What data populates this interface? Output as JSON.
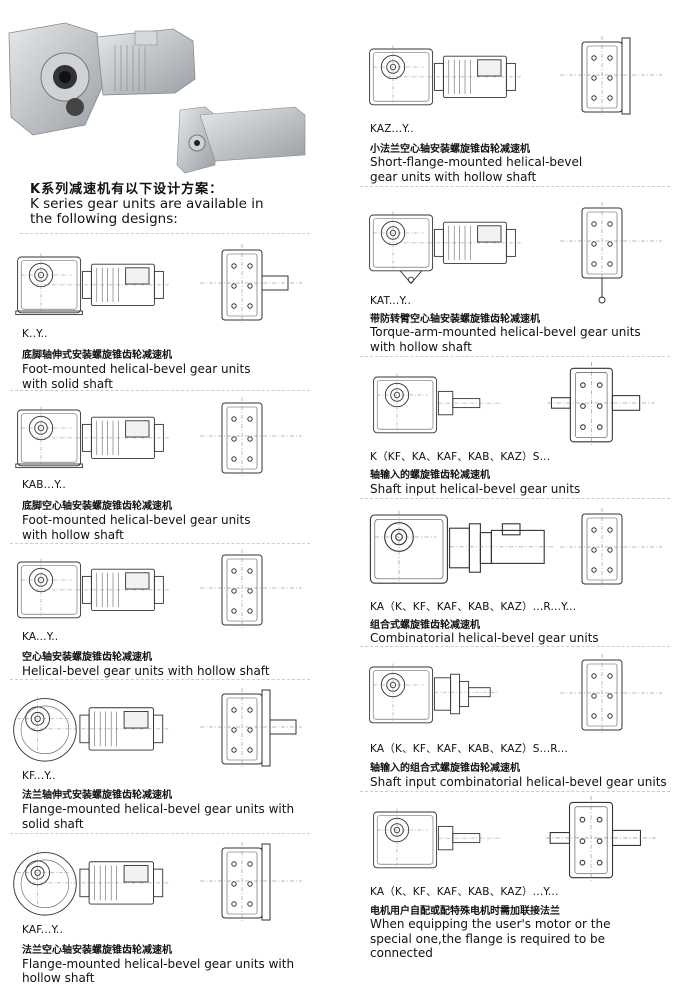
{
  "intro": {
    "title_cn": "K系列减速机有以下设计方案：",
    "title_en_line1": "K series gear units are available in",
    "title_en_line2": "the following designs:"
  },
  "photo": {
    "large": "gear-motor-photo",
    "small": "gear-motor-photo-small"
  },
  "left": [
    {
      "code": "K..Y..",
      "cn": "底脚轴伸式安装螺旋锥齿轮减速机",
      "en1": "Foot-mounted helical-bevel gear units",
      "en2": "with solid shaft"
    },
    {
      "code": "KAB...Y..",
      "cn": "底脚空心轴安装螺旋锥齿轮减速机",
      "en1": "Foot-mounted helical-bevel gear units",
      "en2": "with hollow shaft"
    },
    {
      "code": "KA...Y..",
      "cn": "空心轴安装螺旋锥齿轮减速机",
      "en1": "Helical-bevel gear units with hollow shaft",
      "en2": ""
    },
    {
      "code": "KF...Y..",
      "cn": "法兰轴伸式安装螺旋锥齿轮减速机",
      "en1": "Flange-mounted helical-bevel gear units with",
      "en2": "solid shaft"
    },
    {
      "code": "KAF...Y..",
      "cn": "法兰空心轴安装螺旋锥齿轮减速机",
      "en1": "Flange-mounted helical-bevel gear units with",
      "en2": "hollow shaft"
    }
  ],
  "right": [
    {
      "code": "KAZ...Y..",
      "cn": "小法兰空心轴安装螺旋锥齿轮减速机",
      "en1": "Short-flange-mounted helical-bevel",
      "en2": "gear units with hollow shaft",
      "en3": ""
    },
    {
      "code": "KAT...Y..",
      "cn": "带防转臂空心轴安装螺旋锥齿轮减速机",
      "en1": "Torque-arm-mounted helical-bevel gear units",
      "en2": "with hollow shaft",
      "en3": ""
    },
    {
      "code": "K（KF、KA、KAF、KAB、KAZ）S...",
      "cn": "轴输入的螺旋锥齿轮减速机",
      "en1": "Shaft input helical-bevel gear units",
      "en2": "",
      "en3": ""
    },
    {
      "code": "KA（K、KF、KAF、KAB、KAZ）...R...Y...",
      "cn": "组合式螺旋锥齿轮减速机",
      "en1": "Combinatorial helical-bevel gear units",
      "en2": "",
      "en3": ""
    },
    {
      "code": "KA（K、KF、KAF、KAB、KAZ）S...R...",
      "cn": "轴输入的组合式螺旋锥齿轮减速机",
      "en1": "Shaft input combinatorial helical-bevel gear units",
      "en2": "",
      "en3": ""
    },
    {
      "code": "KA（K、KF、KAF、KAB、KAZ）...Y...",
      "cn": "电机用户自配或配特殊电机时需加联接法兰",
      "en1": "When equipping the user's motor or the",
      "en2": "special one,the flange is required to be",
      "en3": "connected"
    }
  ]
}
